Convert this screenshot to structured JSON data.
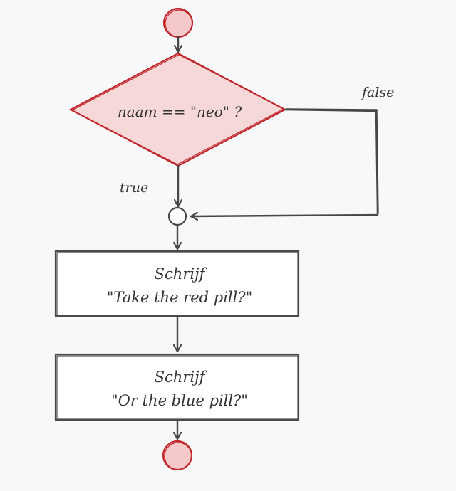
{
  "diagram": {
    "decision": {
      "label": "naam == \"neo\" ?",
      "fill": "#f7d8d8",
      "stroke": "#c0282e"
    },
    "edge_labels": {
      "true_label": "true",
      "false_label": "false"
    },
    "steps": [
      {
        "keyword": "Schrijf",
        "text": "\"Take the red pill?\""
      },
      {
        "keyword": "Schrijf",
        "text": "\"Or the blue pill?\""
      }
    ],
    "terminal": {
      "fill": "#f5c9c9",
      "stroke": "#c0282e"
    },
    "line_color": "#474747"
  }
}
